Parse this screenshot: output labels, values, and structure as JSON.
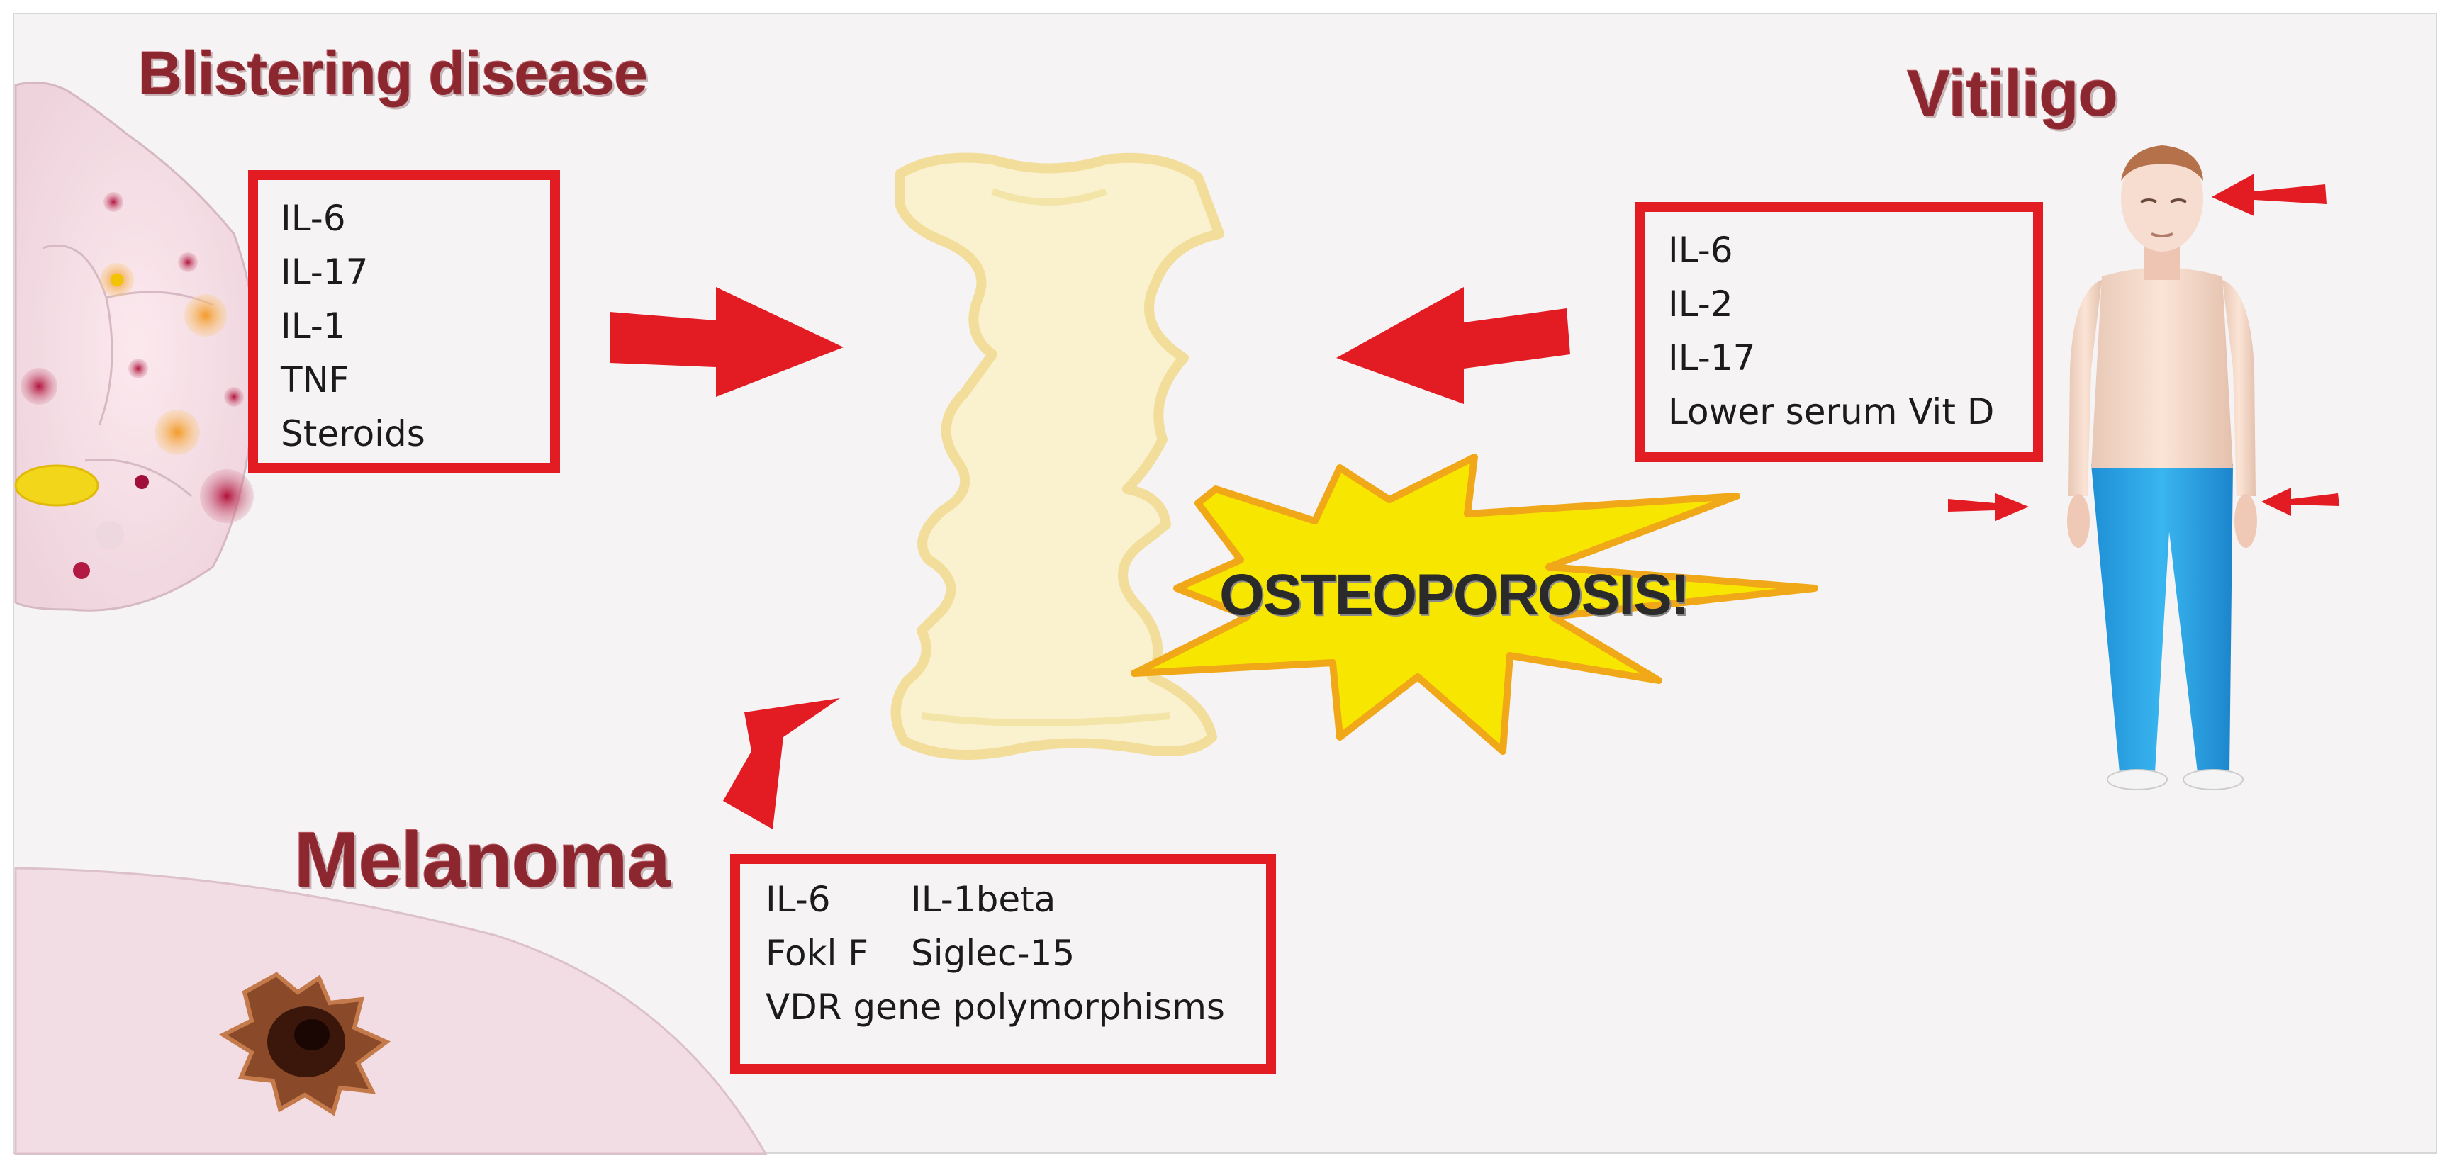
{
  "diagram": {
    "blistering": {
      "title": "Blistering disease",
      "factors": [
        "IL-6",
        "IL-17",
        "IL-1",
        "TNF",
        "Steroids"
      ]
    },
    "vitiligo": {
      "title": "Vitiligo",
      "factors": [
        "IL-6",
        "IL-2",
        "IL-17",
        "Lower serum Vit D"
      ]
    },
    "melanoma": {
      "title": "Melanoma",
      "factors": [
        [
          "IL-6",
          "IL-1beta"
        ],
        [
          "Fokl F",
          "Siglec-15"
        ],
        [
          "VDR gene polymorphisms"
        ]
      ]
    },
    "outcome": {
      "label": "OSTEOPOROSIS!"
    },
    "colors": {
      "title": "#8c2730",
      "box_border": "#e31b23",
      "arrow": "#e31b23",
      "burst_fill": "#f7e600",
      "burst_outline": "#f0a818",
      "bone": "#f8eec4",
      "skin_tissue": "#f2dde4"
    },
    "icons": [
      "bone-icon",
      "person-icon",
      "skin-tissue-icon",
      "melanoma-lesion-icon",
      "starburst-icon",
      "arrow-icon"
    ]
  }
}
